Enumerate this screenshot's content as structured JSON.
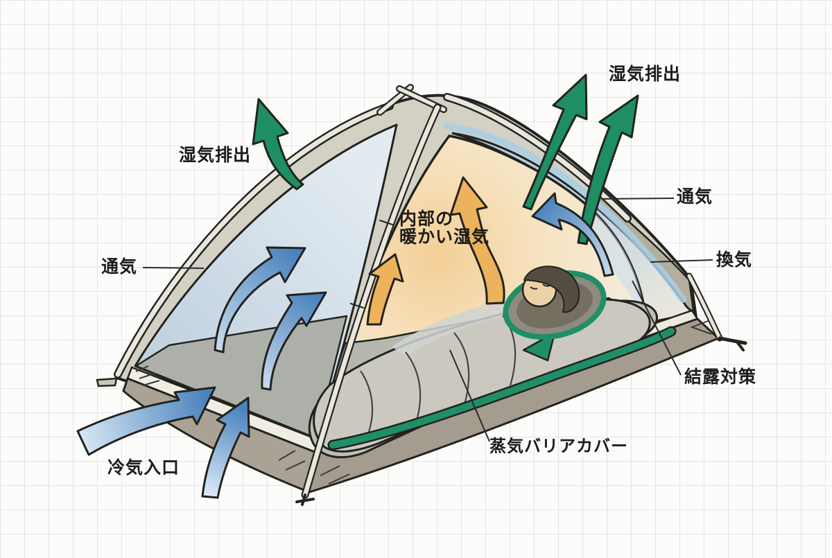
{
  "diagram": {
    "subject": "tent-ventilation-cutaway",
    "labels": {
      "moisture_exhaust_left": "湿気排出",
      "moisture_exhaust_right": "湿気排出",
      "ventilation_left": "通気",
      "ventilation_right": "通気",
      "air_exchange": "換気",
      "condensation_measure": "結露対策",
      "vapor_barrier_cover": "蒸気バリアカバー",
      "cold_air_inlet": "冷気入口",
      "inner_warm_moisture_line1": "内部の",
      "inner_warm_moisture_line2": "暖かい湿気"
    },
    "colors": {
      "arrow_green": "#1e8e63",
      "arrow_blue_dark": "#4a82bd",
      "arrow_blue_light": "#d9e8f5",
      "arrow_orange": "#ecb25c",
      "fly_beige": "#d3d0c4",
      "fly_edge_dark": "#b5ae9e",
      "pole_light": "#e9e7dd",
      "base_taupe": "#a9a295",
      "inner_strip_white": "#f0eee2",
      "interior_cream": "#f5ecdb",
      "interior_glow": "#f4cf97",
      "left_panel_blue": "#cfdde9",
      "inner_wall_blue": "#b6cde3",
      "floor_gray": "#b6b8b0",
      "mat_gray": "#bdbfb6",
      "bag_gray": "#cbc9bf",
      "bag_trim_green": "#1f8f68",
      "hood_gray": "#8f8b7f",
      "skin": "#edd2a9",
      "hair": "#534e41",
      "outline": "#22221e",
      "grid_line": "#e4e4e8",
      "text": "#1c1c1a"
    }
  }
}
